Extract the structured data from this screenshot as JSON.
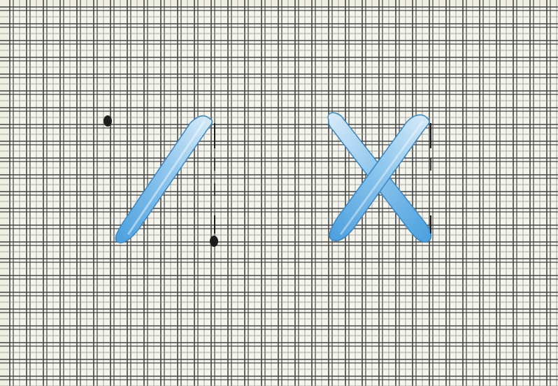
{
  "image": {
    "subject": "cross-stitch-diagram",
    "colors": {
      "fabric": "#f4f3ec",
      "fabric_edge": "#efeee3",
      "grid_dark": "#454545",
      "grid_light": "#8f8f8f",
      "thread_light": "#d9ecf9",
      "thread_mid": "#8ec6ee",
      "thread_dark": "#4a9fdd",
      "thread_outline": "#3a86c4",
      "needle_mark": "#1d1d1d"
    },
    "stitches": [
      {
        "name": "half-cross-stitch",
        "strokes": 1
      },
      {
        "name": "full-cross-stitch",
        "strokes": 2
      }
    ]
  }
}
